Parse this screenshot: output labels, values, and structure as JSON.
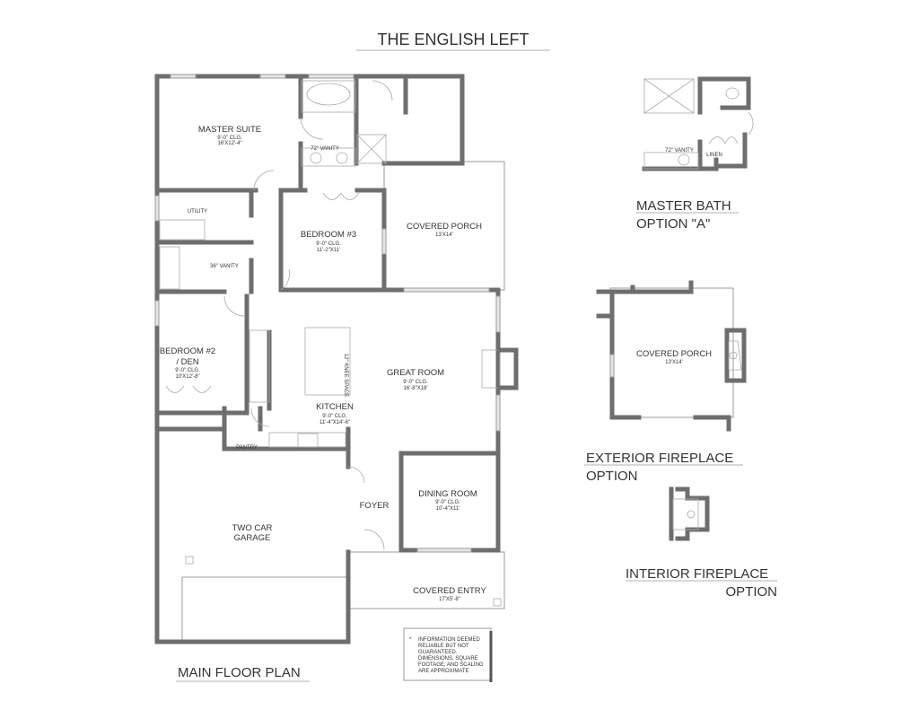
{
  "title": "THE ENGLISH LEFT",
  "main_label": "MAIN FLOOR PLAN",
  "rooms": {
    "master_suite": {
      "name": "MASTER SUITE",
      "ceiling": "9'-0\" CLG.",
      "size": "16'X12'-4\""
    },
    "vanity_72": "72\" VANITY",
    "utility": "UTILITY",
    "vanity_36": "36\" VANITY",
    "bedroom3": {
      "name": "BEDROOM #3",
      "ceiling": "9'-0\" CLG.",
      "size": "11'-2\"X11'"
    },
    "covered_porch": {
      "name": "COVERED PORCH",
      "size": "13'X14'"
    },
    "bedroom2": {
      "name": "BEDROOM #2",
      "name2": "/ DEN",
      "ceiling": "9'-0\" CLG.",
      "size": "10'X12'-8\""
    },
    "knee_space": "12\" KNEE SPACE",
    "great_room": {
      "name": "GREAT ROOM",
      "ceiling": "9'-0\" CLG.",
      "size": "16'-8\"X18'"
    },
    "kitchen": {
      "name": "KITCHEN",
      "ceiling": "9'-0\" CLG.",
      "size": "11'-4\"X14'-6\""
    },
    "pantry": "PANTRY",
    "foyer": "FOYER",
    "dining_room": {
      "name": "DINING ROOM",
      "ceiling": "9'-0\" CLG.",
      "size": "10'-4\"X11'"
    },
    "garage": {
      "name": "TWO CAR",
      "name2": "GARAGE"
    },
    "covered_entry": {
      "name": "COVERED ENTRY",
      "size": "17'X5'-8\""
    }
  },
  "disclaimer": {
    "bullet": "*",
    "lines": [
      "INFORMATION DEEMED",
      "RELIABLE BUT NOT",
      "GUARANTEED.",
      "DIMENSIONS, SQUARE",
      "FOOTAGE, AND SCALING",
      "ARE APPROXIMATE"
    ]
  },
  "options": {
    "master_bath": {
      "line1": "MASTER BATH",
      "line2": "OPTION \"A\"",
      "vanity": "72\" VANITY",
      "linen": "LINEN"
    },
    "exterior_fireplace": {
      "line1": "EXTERIOR FIREPLACE",
      "line2": "OPTION",
      "porch_name": "COVERED PORCH",
      "porch_size": "13'X14'"
    },
    "interior_fireplace": {
      "line1": "INTERIOR FIREPLACE",
      "line2": "OPTION"
    }
  }
}
